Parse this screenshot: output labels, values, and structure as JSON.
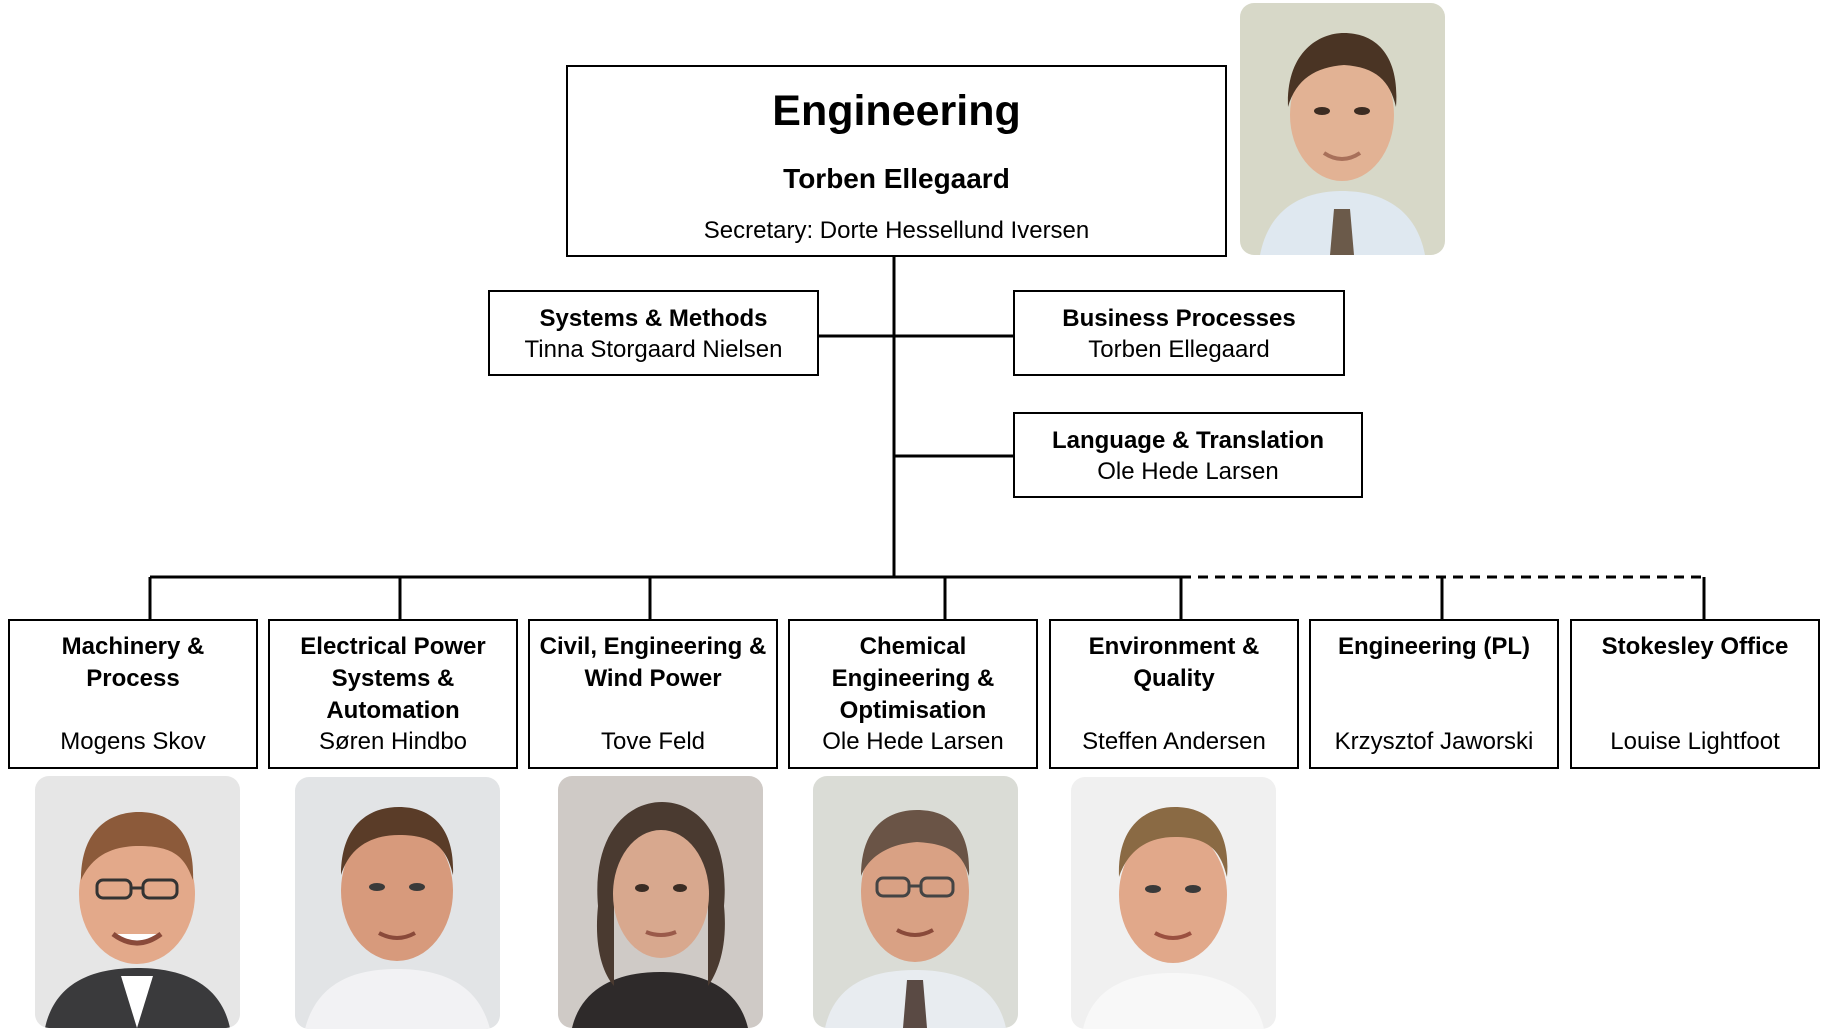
{
  "top": {
    "title": "Engineering",
    "head": "Torben Ellegaard",
    "secretary": "Secretary: Dorte Hessellund Iversen"
  },
  "staff": [
    {
      "title": "Systems & Methods",
      "name": "Tinna Storgaard Nielsen"
    },
    {
      "title": "Business Processes",
      "name": "Torben Ellegaard"
    },
    {
      "title": "Language & Translation",
      "name": "Ole Hede Larsen"
    }
  ],
  "departments": [
    {
      "title": "Machinery & Process",
      "head": "Mogens Skov"
    },
    {
      "title": "Electrical Power Systems & Automation",
      "head": "Søren Hindbo"
    },
    {
      "title": "Civil, Engineering & Wind Power",
      "head": "Tove Feld"
    },
    {
      "title": "Chemical Engineering & Optimisation",
      "head": "Ole Hede Larsen"
    },
    {
      "title": "Environment & Quality",
      "head": "Steffen Andersen"
    },
    {
      "title": "Engineering (PL)",
      "head": "Krzysztof Jaworski"
    },
    {
      "title": "Stokesley Office",
      "head": "Louise Lightfoot"
    }
  ],
  "colors": {
    "photo_bg": "#d9d9d4",
    "line": "#000000"
  }
}
